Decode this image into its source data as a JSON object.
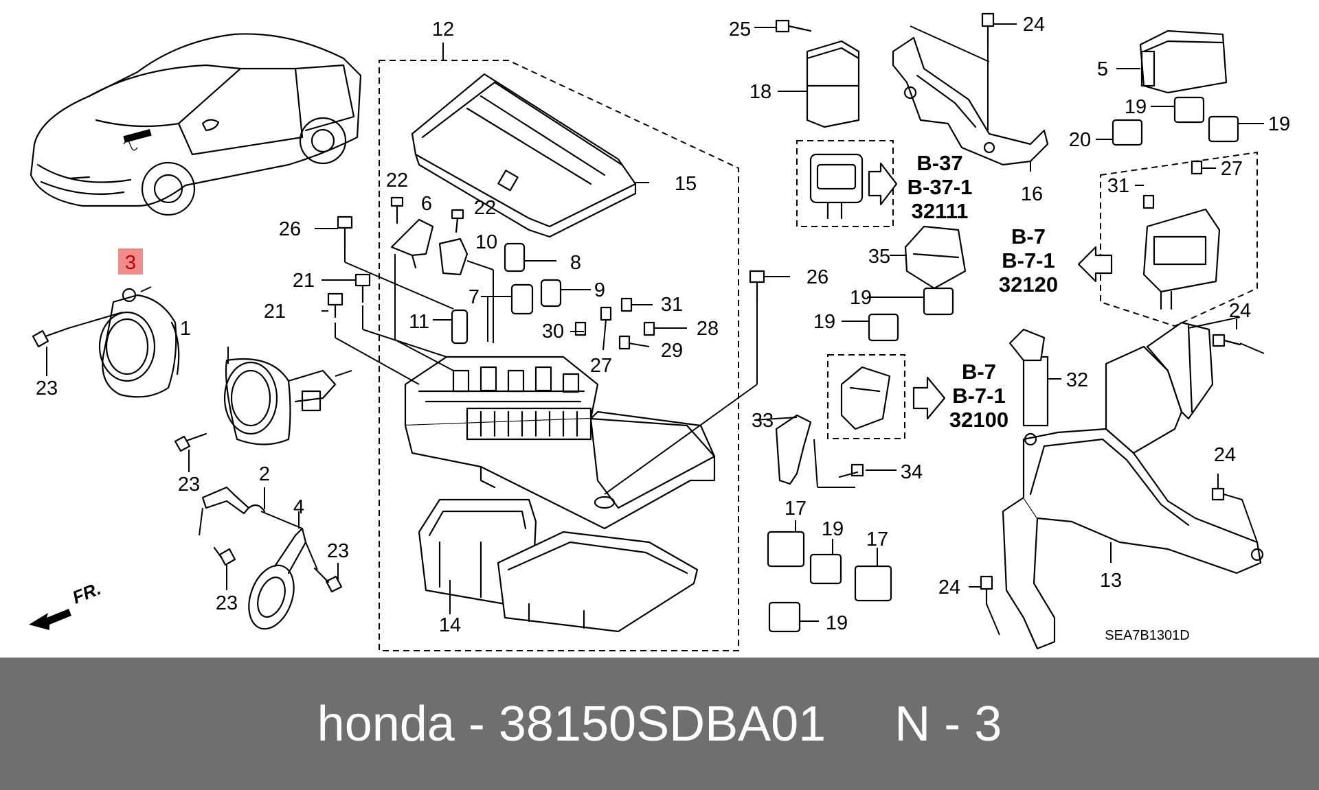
{
  "diagram": {
    "callouts": [
      "1",
      "2",
      "3",
      "4",
      "5",
      "6",
      "7",
      "8",
      "9",
      "10",
      "11",
      "12",
      "13",
      "14",
      "15",
      "16",
      "17",
      "18",
      "19",
      "20",
      "21",
      "22",
      "23",
      "24",
      "25",
      "26",
      "27",
      "28",
      "29",
      "30",
      "31",
      "32",
      "33",
      "34",
      "35"
    ],
    "highlighted_callout": "3",
    "highlight_color": "#f08c8c",
    "connector_refs": [
      {
        "codes": [
          "B-37",
          "B-37-1",
          "32111"
        ]
      },
      {
        "codes": [
          "B-7",
          "B-7-1",
          "32120"
        ]
      },
      {
        "codes": [
          "B-7",
          "B-7-1",
          "32100"
        ]
      }
    ],
    "front_marker": "FR.",
    "diagram_id": "SEA7B1301D"
  },
  "footer": {
    "brand": "honda",
    "separator1": " - ",
    "part_number": "38150SDBA01",
    "gap": "     ",
    "position_label": "N",
    "separator2": " - ",
    "position_value": "3"
  }
}
